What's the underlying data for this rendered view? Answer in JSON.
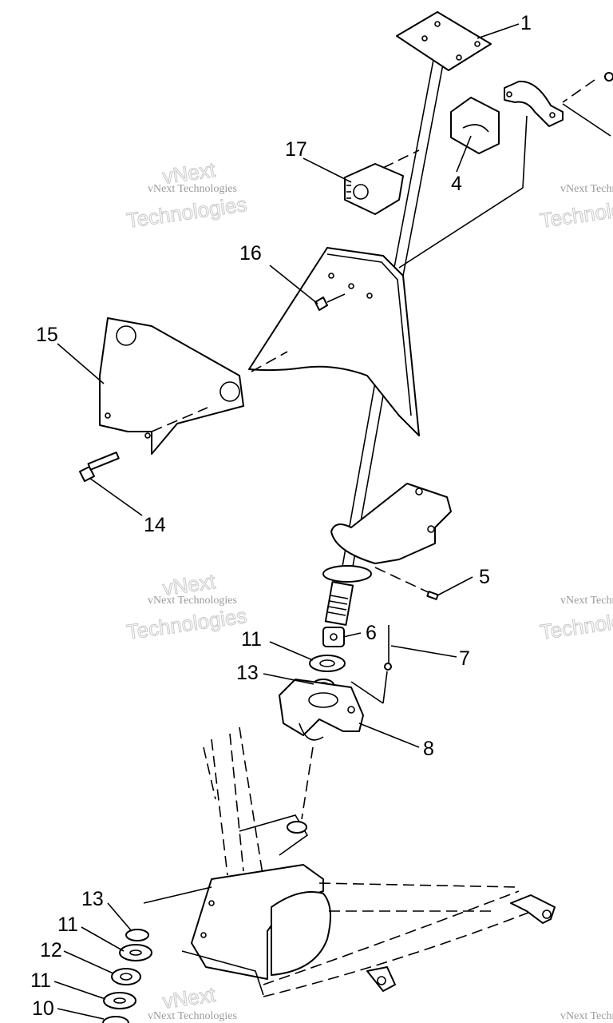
{
  "diagram": {
    "labels": {
      "p1": "1",
      "p4": "4",
      "p5": "5",
      "p6": "6",
      "p7": "7",
      "p8": "8",
      "p11a": "11",
      "p13a": "13",
      "p14": "14",
      "p15": "15",
      "p16": "16",
      "p17": "17",
      "p13b": "13",
      "p11b": "11",
      "p12": "12",
      "p11c": "11",
      "p10": "10"
    },
    "watermark": {
      "line1": "vNext Technologies",
      "line2": "Technologies",
      "line3": "vNext"
    }
  }
}
